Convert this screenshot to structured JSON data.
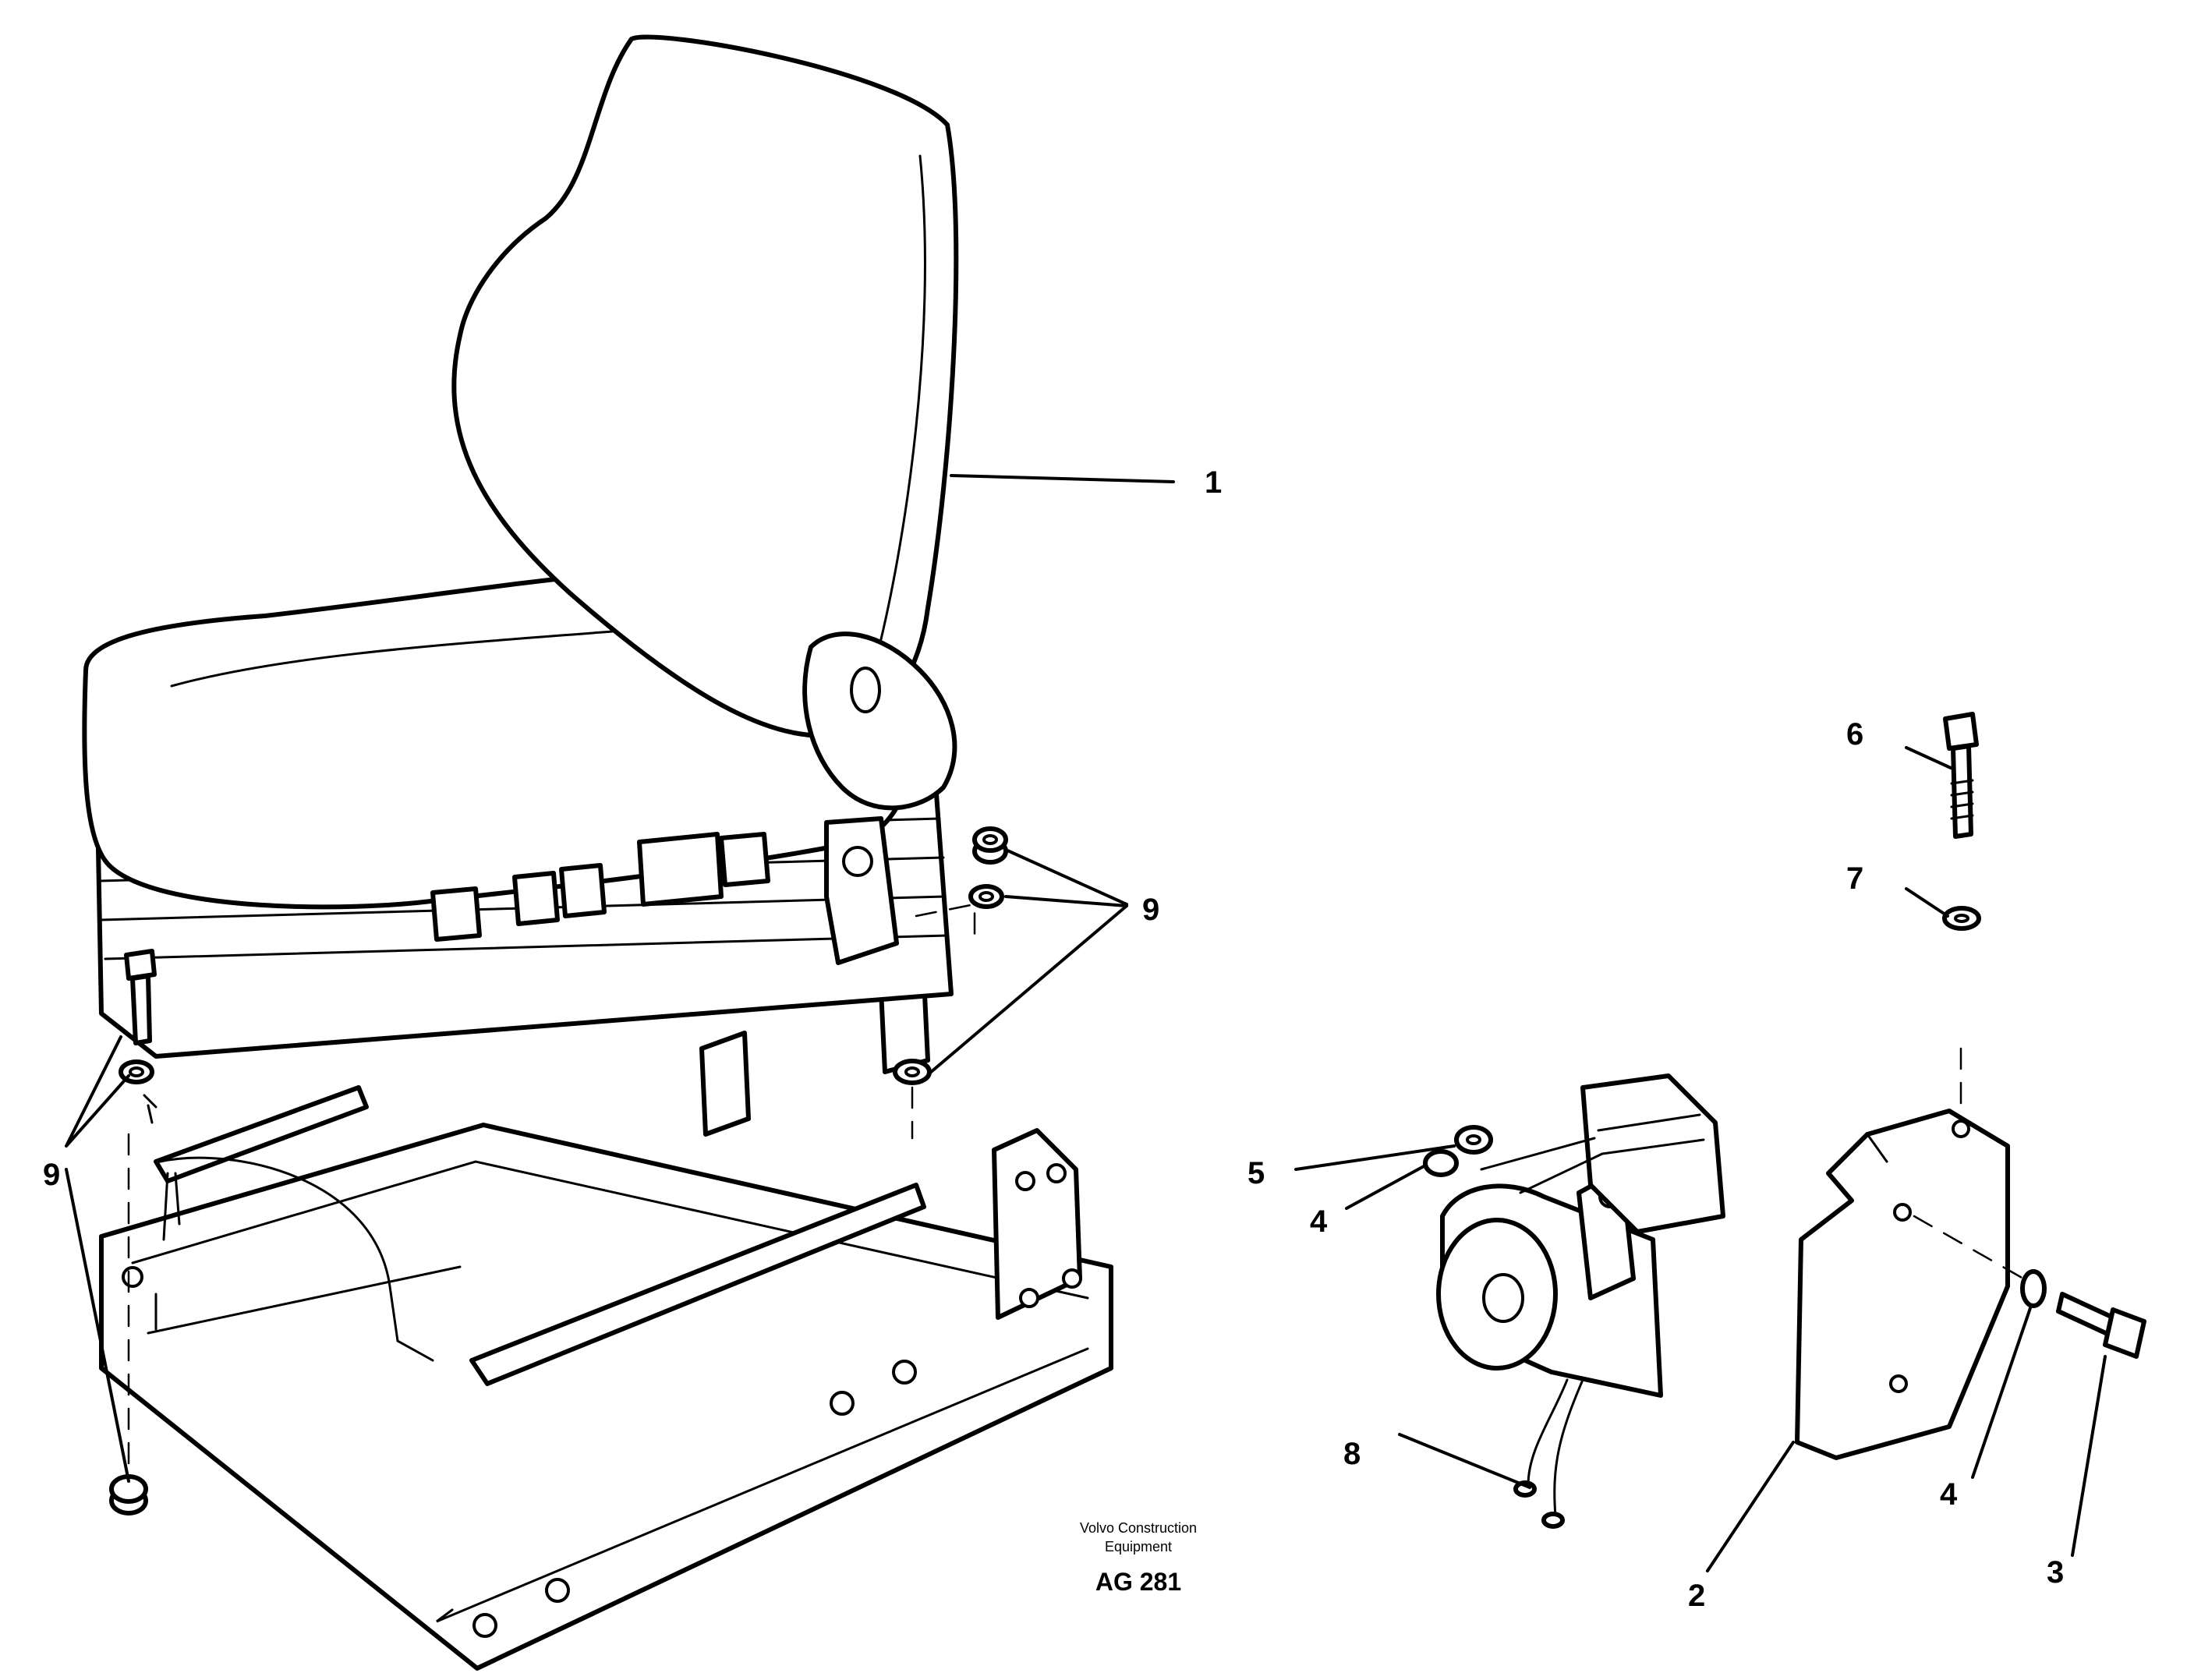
{
  "callouts": [
    {
      "id": "1",
      "label": "1"
    },
    {
      "id": "2",
      "label": "2"
    },
    {
      "id": "3",
      "label": "3"
    },
    {
      "id": "4a",
      "label": "4"
    },
    {
      "id": "4b",
      "label": "4"
    },
    {
      "id": "5",
      "label": "5"
    },
    {
      "id": "6",
      "label": "6"
    },
    {
      "id": "7",
      "label": "7"
    },
    {
      "id": "8",
      "label": "8"
    },
    {
      "id": "9a",
      "label": "9"
    },
    {
      "id": "9b",
      "label": "9"
    }
  ],
  "footer": {
    "brand_line1": "Volvo Construction",
    "brand_line2": "Equipment",
    "drawing_code": "AG 281"
  },
  "icons": [
    "seat-icon",
    "bracket-plate-icon",
    "motor-icon",
    "bolt-icon",
    "washer-icon",
    "nut-icon"
  ]
}
